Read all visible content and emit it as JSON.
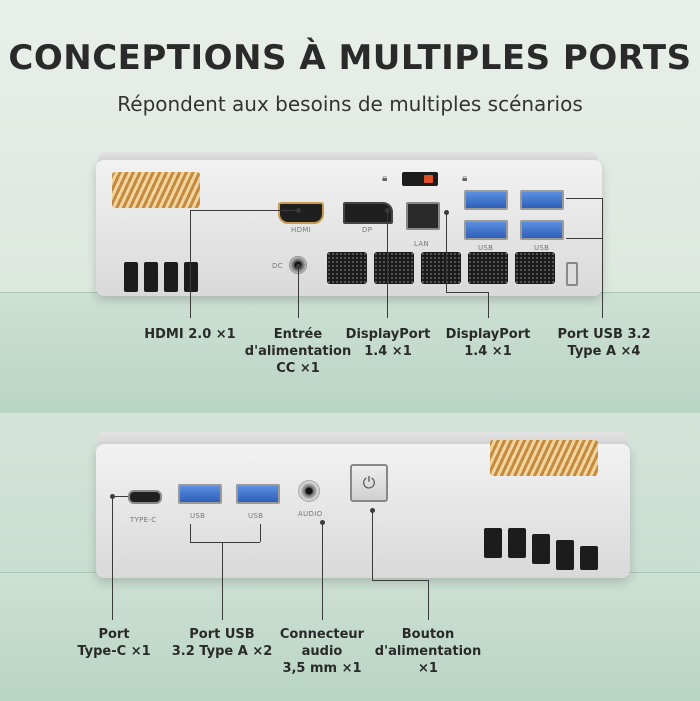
{
  "header": {
    "title": "CONCEPTIONS À MULTIPLES PORTS",
    "subtitle": "Répondent aux besoins de multiples scénarios"
  },
  "rear_panel": {
    "port_tags": {
      "hdmi": "HDMI",
      "dp": "DP",
      "lan": "LAN",
      "usb_a": "USB",
      "usb_b": "USB",
      "dc": "DC"
    },
    "callouts": [
      {
        "id": "hdmi",
        "lines": [
          "HDMI 2.0 ×1"
        ]
      },
      {
        "id": "dc",
        "lines": [
          "Entrée",
          "d'alimentation",
          "CC ×1"
        ]
      },
      {
        "id": "dp1",
        "lines": [
          "DisplayPort",
          "1.4 ×1"
        ]
      },
      {
        "id": "dp2",
        "lines": [
          "DisplayPort",
          "1.4 ×1"
        ]
      },
      {
        "id": "usb",
        "lines": [
          "Port USB 3.2",
          "Type A ×4"
        ]
      }
    ]
  },
  "front_panel": {
    "port_tags": {
      "typec": "TYPE-C",
      "usb_a": "USB",
      "usb_b": "USB",
      "audio": "AUDIO"
    },
    "callouts": [
      {
        "id": "typec",
        "lines": [
          "Port",
          "Type-C ×1"
        ]
      },
      {
        "id": "usb",
        "lines": [
          "Port USB",
          "3.2 Type A ×2"
        ]
      },
      {
        "id": "audio",
        "lines": [
          "Connecteur",
          "audio",
          "3,5 mm ×1"
        ]
      },
      {
        "id": "power",
        "lines": [
          "Bouton",
          "d'alimentation",
          "×1"
        ]
      }
    ]
  },
  "icons": [
    "lock-icon",
    "power-icon"
  ],
  "colors": {
    "usb_blue": "#2f5fb8",
    "hdmi_gold": "#c69a52",
    "vent_gold": "#c58a3e",
    "background_green": "#cfe1d6"
  }
}
